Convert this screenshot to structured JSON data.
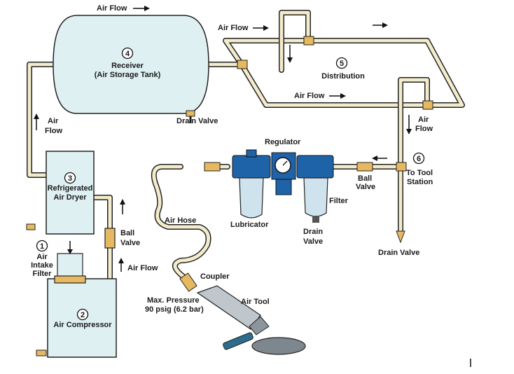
{
  "colors": {
    "pipe_fill": "#f3eccc",
    "tank_fill": "#dff0f3",
    "fitting": "#e6b860",
    "filter_blue": "#1e63a8",
    "bowl": "#cfe3ee"
  },
  "components": {
    "intake_filter": {
      "number": "1",
      "line1": "Air",
      "line2": "Intake",
      "line3": "Filter"
    },
    "compressor": {
      "number": "2",
      "label": "Air Compressor"
    },
    "dryer": {
      "number": "3",
      "line1": "Refrigerated",
      "line2": "Air Dryer"
    },
    "receiver": {
      "number": "4",
      "line1": "Receiver",
      "line2": "(Air Storage Tank)"
    },
    "distribution": {
      "number": "5",
      "label": "Distribution"
    },
    "tool_station": {
      "number": "6",
      "line1": "To Tool",
      "line2": "Station"
    }
  },
  "labels": {
    "air_flow_top": "Air Flow",
    "air_flow_receiver_right": "Air Flow",
    "air_flow_distribution": "Air Flow",
    "air_flow_right_1": "Air",
    "air_flow_right_2": "Flow",
    "air_flow_left_1": "Air",
    "air_flow_left_2": "Flow",
    "air_flow_bottom": "Air Flow",
    "drain_valve_receiver": "Drain Valve",
    "drain_valve_right": "Drain Valve",
    "regulator": "Regulator",
    "lubricator": "Lubricator",
    "filter": "Filter",
    "drain_valve_frl_1": "Drain",
    "drain_valve_frl_2": "Valve",
    "ball_valve_right_1": "Ball",
    "ball_valve_right_2": "Valve",
    "ball_valve_left_1": "Ball",
    "ball_valve_left_2": "Valve",
    "air_hose": "Air Hose",
    "coupler": "Coupler",
    "max_pressure_1": "Max. Pressure",
    "max_pressure_2": "90 psig (6.2 bar)",
    "air_tool": "Air Tool"
  },
  "icons": [
    "arrow-right-icon",
    "arrow-down-icon",
    "arrow-up-icon",
    "arrow-left-icon",
    "pressure-gauge-icon",
    "air-tool-icon"
  ]
}
